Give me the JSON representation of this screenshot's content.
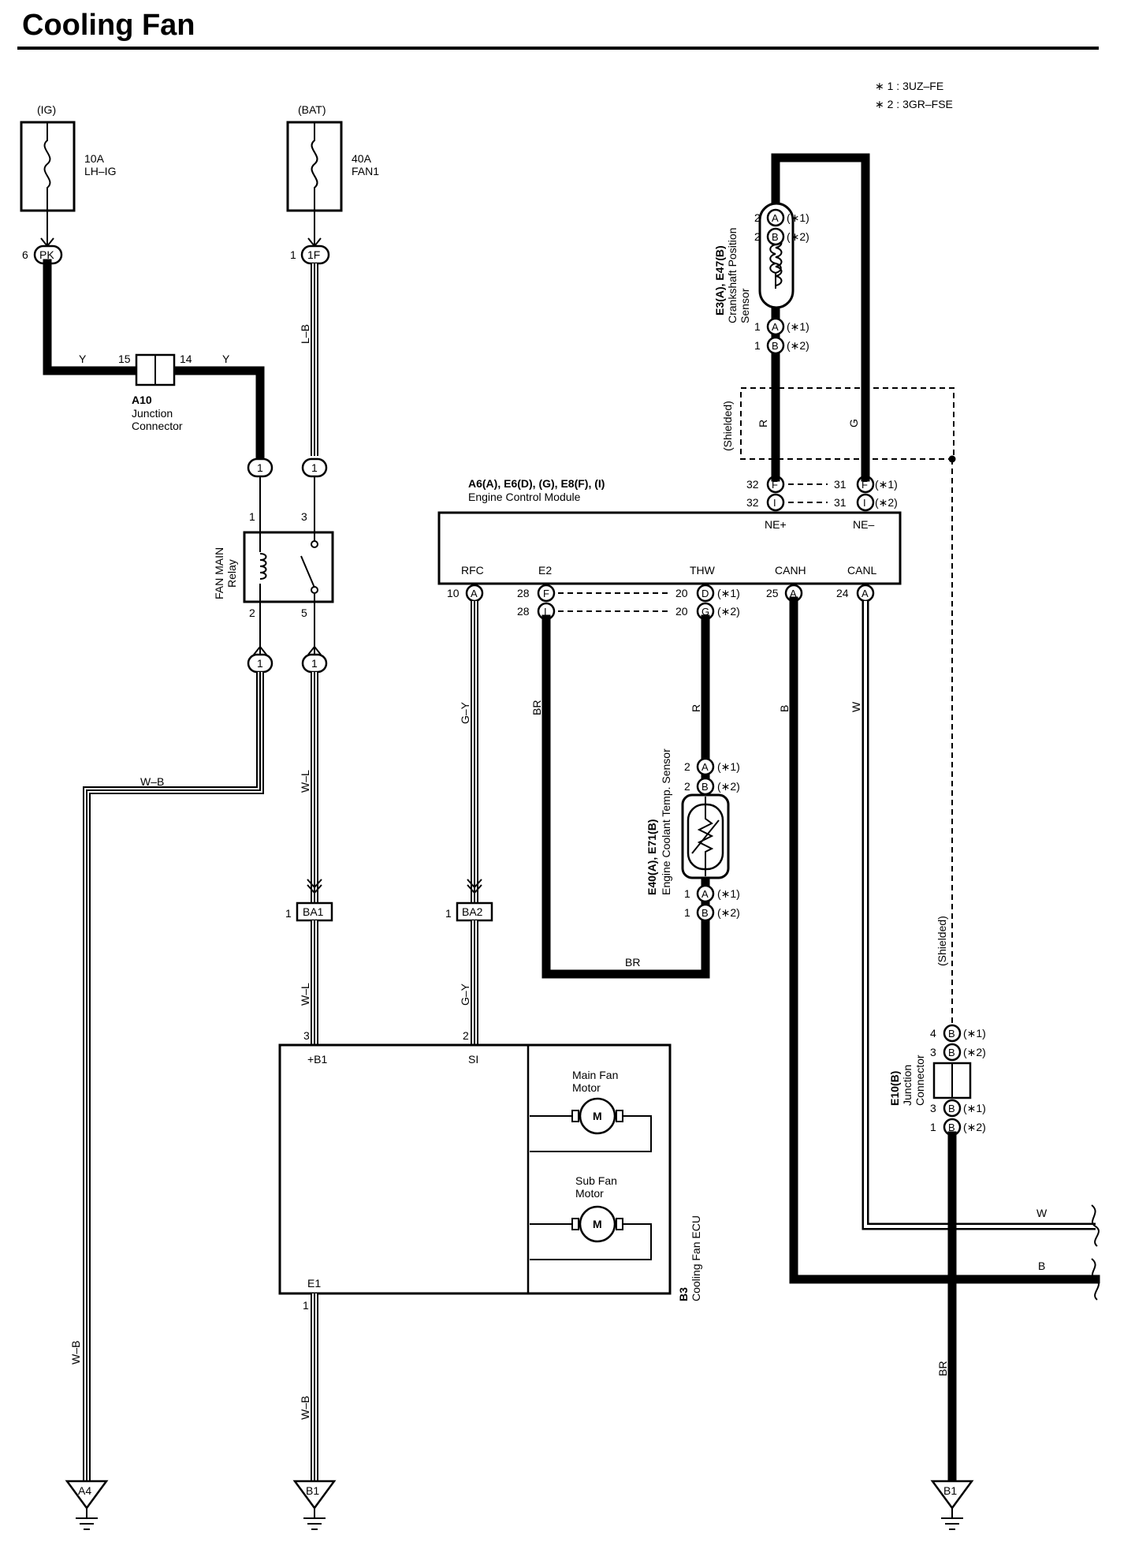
{
  "title": "Cooling Fan",
  "notes": [
    "∗ 1 : 3UZ–FE",
    "∗ 2 : 3GR–FSE"
  ],
  "fuses": {
    "ig": {
      "source": "(IG)",
      "rating": "10A",
      "name": "LH–IG",
      "pin": "6",
      "connector": "PK"
    },
    "bat": {
      "source": "(BAT)",
      "rating": "40A",
      "name": "FAN1",
      "pin": "1",
      "connector": "1F"
    }
  },
  "junction_a10": {
    "id": "A10",
    "name1": "Junction",
    "name2": "Connector",
    "pin_left": "15",
    "pin_right": "14"
  },
  "relay": {
    "name1": "FAN MAIN",
    "name2": "Relay",
    "pin1": "1",
    "pin2": "2",
    "pin3": "3",
    "pin5": "5",
    "conn_in": "1",
    "conn_out": "1"
  },
  "ecm": {
    "id": "A6(A), E6(D), (G), E8(F), (I)",
    "name": "Engine Control Module",
    "terminals": [
      "RFC",
      "E2",
      "THW",
      "CANH",
      "CANL"
    ],
    "ne_plus": "NE+",
    "ne_minus": "NE–",
    "pins": {
      "ne_plus_1": "32",
      "ne_plus_1c": "F",
      "ne_plus_2": "32",
      "ne_plus_2c": "I",
      "ne_minus_1": "31",
      "ne_minus_1c": "F",
      "ne_minus_2": "31",
      "ne_minus_2c": "I",
      "rfc": "10",
      "rfc_c": "A",
      "e2_1": "28",
      "e2_1c": "F",
      "e2_2": "28",
      "e2_2c": "I",
      "thw_1": "20",
      "thw_1c": "D",
      "thw_2": "20",
      "thw_2c": "G",
      "canh": "25",
      "canh_c": "A",
      "canl": "24",
      "canl_c": "A",
      "note1": "(∗1)",
      "note2": "(∗2)"
    }
  },
  "crank_sensor": {
    "id": "E3(A), E47(B)",
    "name1": "Crankshaft Position",
    "name2": "Sensor",
    "top_pins": [
      {
        "num": "2",
        "conn": "A",
        "note": "(∗1)"
      },
      {
        "num": "2",
        "conn": "B",
        "note": "(∗2)"
      }
    ],
    "bottom_pins": [
      {
        "num": "1",
        "conn": "A",
        "note": "(∗1)"
      },
      {
        "num": "1",
        "conn": "B",
        "note": "(∗2)"
      }
    ]
  },
  "coolant_sensor": {
    "id": "E40(A), E71(B)",
    "name": "Engine Coolant Temp.  Sensor",
    "top_pins": [
      {
        "num": "2",
        "conn": "A",
        "note": "(∗1)"
      },
      {
        "num": "2",
        "conn": "B",
        "note": "(∗2)"
      }
    ],
    "bottom_pins": [
      {
        "num": "1",
        "conn": "A",
        "note": "(∗1)"
      },
      {
        "num": "1",
        "conn": "B",
        "note": "(∗2)"
      }
    ]
  },
  "fan_ecu": {
    "id": "B3",
    "name": "Cooling Fan ECU",
    "term_b1": "+B1",
    "term_si": "SI",
    "term_e1": "E1",
    "pin_b1": "3",
    "pin_si": "2",
    "pin_e1": "1",
    "main_motor1": "Main Fan",
    "main_motor2": "Motor",
    "sub_motor1": "Sub Fan",
    "sub_motor2": "Motor",
    "motor_symbol": "M"
  },
  "connectors": {
    "ba1": {
      "pin": "1",
      "label": "BA1"
    },
    "ba2": {
      "pin": "1",
      "label": "BA2"
    }
  },
  "junction_e10": {
    "id": "E10(B)",
    "name1": "Junction",
    "name2": "Connector",
    "top_pins": [
      {
        "num": "4",
        "conn": "B",
        "note": "(∗1)"
      },
      {
        "num": "3",
        "conn": "B",
        "note": "(∗2)"
      }
    ],
    "bottom_pins": [
      {
        "num": "3",
        "conn": "B",
        "note": "(∗1)"
      },
      {
        "num": "1",
        "conn": "B",
        "note": "(∗2)"
      }
    ]
  },
  "shielded": "(Shielded)",
  "wire_colors": {
    "y": "Y",
    "lb": "L–B",
    "r": "R",
    "g": "G",
    "gy": "G–Y",
    "br": "BR",
    "b": "B",
    "w": "W",
    "wb": "W–B",
    "wl": "W–L"
  },
  "grounds": [
    "A4",
    "B1",
    "B1"
  ]
}
